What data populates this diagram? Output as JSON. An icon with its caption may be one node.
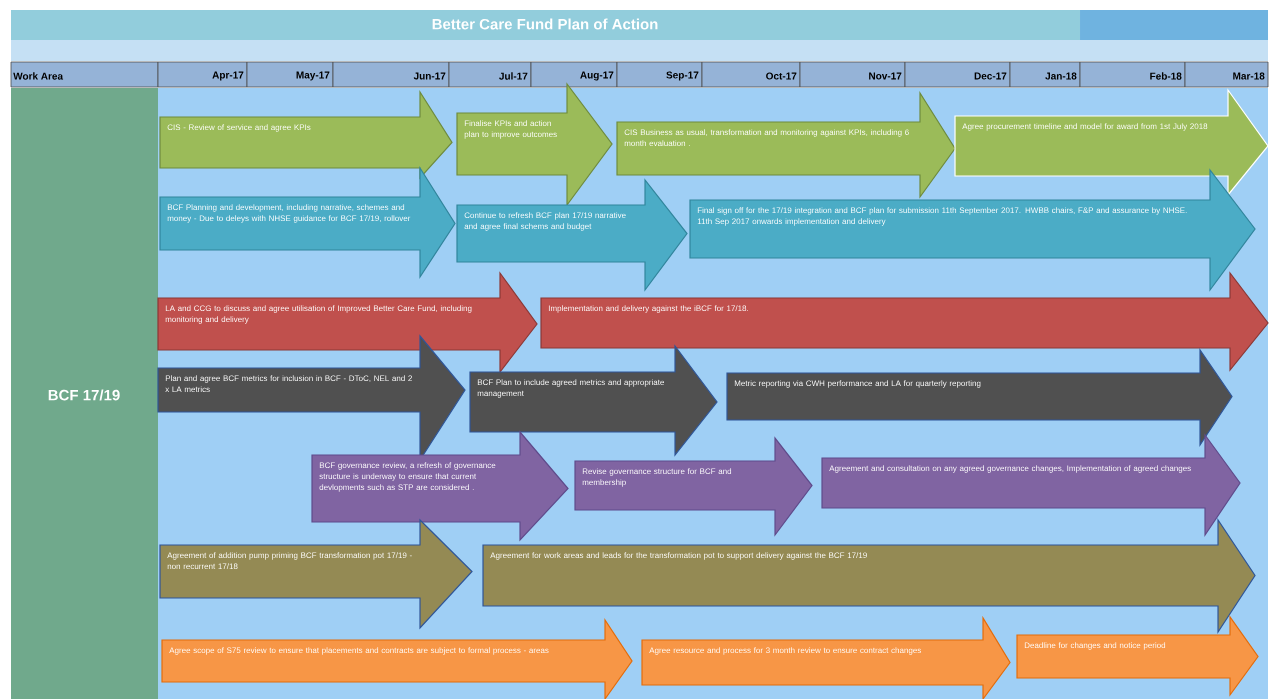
{
  "diagram": {
    "title": "Better Care Fund Plan of Action",
    "nodes": [
      {
        "text": [
          "BCF 17/19"
        ]
      },
      {
        "text": [
          "CIS - Review of service and agree KPIs"
        ]
      },
      {
        "text": [
          "Finalise KPIs and action plan to improve outcomes"
        ]
      },
      {
        "text": [
          "CIS Business as usual, transformation and monitoring against KPIs, including 6 month evaluation ."
        ]
      },
      {
        "text": [
          "Agree procurement timeline and model for award from 1st July 2018"
        ]
      },
      {
        "text": [
          "BCF Planning and development, including narrative, schemes and money - Due to deleys with NHSE guidance for BCF 17/19, rollover"
        ]
      },
      {
        "text": [
          "Continue to refresh BCF plan 17/19 narrative and agree final schems and budget"
        ]
      },
      {
        "text": [
          "Final sign off for the 17/19 integration and BCF plan for submission 11th September 2017. HWBB chairs, F&P and assurance by NHSE. 11th Sep 2017 onwards implementation and delivery"
        ]
      },
      {
        "text": [
          "LA and CCG to discuss and agree utilisation of Improved Better Care Fund, including monitoring and delivery"
        ]
      },
      {
        "text": [
          "Implementation and delivery against the iBCF for 17/18."
        ]
      },
      {
        "text": [
          "Plan and agree BCF metrics for inclusion in BCF - DToC, NEL and 2 x LA metrics"
        ]
      },
      {
        "text": [
          "BCF Plan to include agreed metrics and appropriate management"
        ]
      },
      {
        "text": [
          "Metric reporting via CWH performance and LA for quarterly reporting"
        ]
      },
      {
        "text": [
          "BCF governance review, a refresh of governance structure is underway to ensure that current devlopments such as STP are considered ."
        ]
      },
      {
        "text": [
          "Revise governance structure for BCF and membership"
        ]
      },
      {
        "text": [
          "Agreement and consultation on any agreed governance changes, Implementation of agreed changes"
        ]
      },
      {
        "text": [
          "Agreement of addition pump priming BCF transformation pot 17/19 - non recurrent 17/18"
        ]
      },
      {
        "text": [
          "Agreement for work areas and leads for the transformation pot to support delivery against the BCF 17/19"
        ]
      },
      {
        "text": [
          "Agree scope of S75 review to ensure that placements and contracts are subject to formal process - areas"
        ]
      },
      {
        "text": [
          "Agree resource and process for 3 month review to ensure contract changes"
        ]
      },
      {
        "text": [
          "Deadline for changes and notice period"
        ]
      }
    ],
    "labels": [
      "Work Area",
      "Apr-17",
      "May-17",
      "Jun-17",
      "Jul-17",
      "Aug-17",
      "Sep-17",
      "Oct-17",
      "Nov-17",
      "Dec-17",
      "Jan-18",
      "Feb-18",
      "Mar-18"
    ]
  }
}
